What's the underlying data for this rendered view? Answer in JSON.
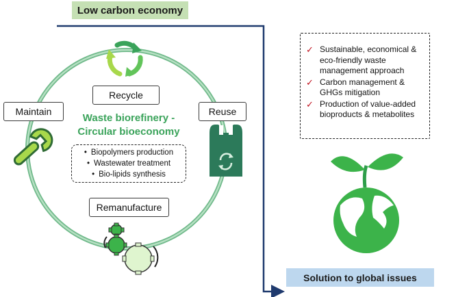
{
  "header": {
    "title": "Low carbon economy"
  },
  "footer": {
    "title": "Solution to global issues"
  },
  "cycle": {
    "center_title_line1": "Waste biorefinery -",
    "center_title_line2": "Circular bioeconomy",
    "stages": {
      "recycle": "Recycle",
      "reuse": "Reuse",
      "remanufacture": "Remanufacture",
      "maintain": "Maintain"
    },
    "processes": [
      "Biopolymers production",
      "Wastewater treatment",
      "Bio-lipids synthesis"
    ],
    "bullet": "•"
  },
  "benefits": {
    "check": "✓",
    "items": [
      [
        "Sustainable, economical &",
        "eco-friendly waste",
        "management approach"
      ],
      [
        "Carbon management &",
        "GHGs mitigation"
      ],
      [
        "Production of value-added",
        "bioproducts & metabolites"
      ]
    ]
  },
  "colors": {
    "ring": "#8fcaa3",
    "green_dark": "#2e8b57",
    "green_icon": "#3cb34a",
    "bag": "#2c7a5a",
    "arrow_line": "#1f3a6e",
    "check": "#c0121f"
  },
  "icons": [
    "recycle-arrows-icon",
    "wrench-icon",
    "shopping-bag-icon",
    "gears-icon",
    "globe-sprout-icon"
  ]
}
